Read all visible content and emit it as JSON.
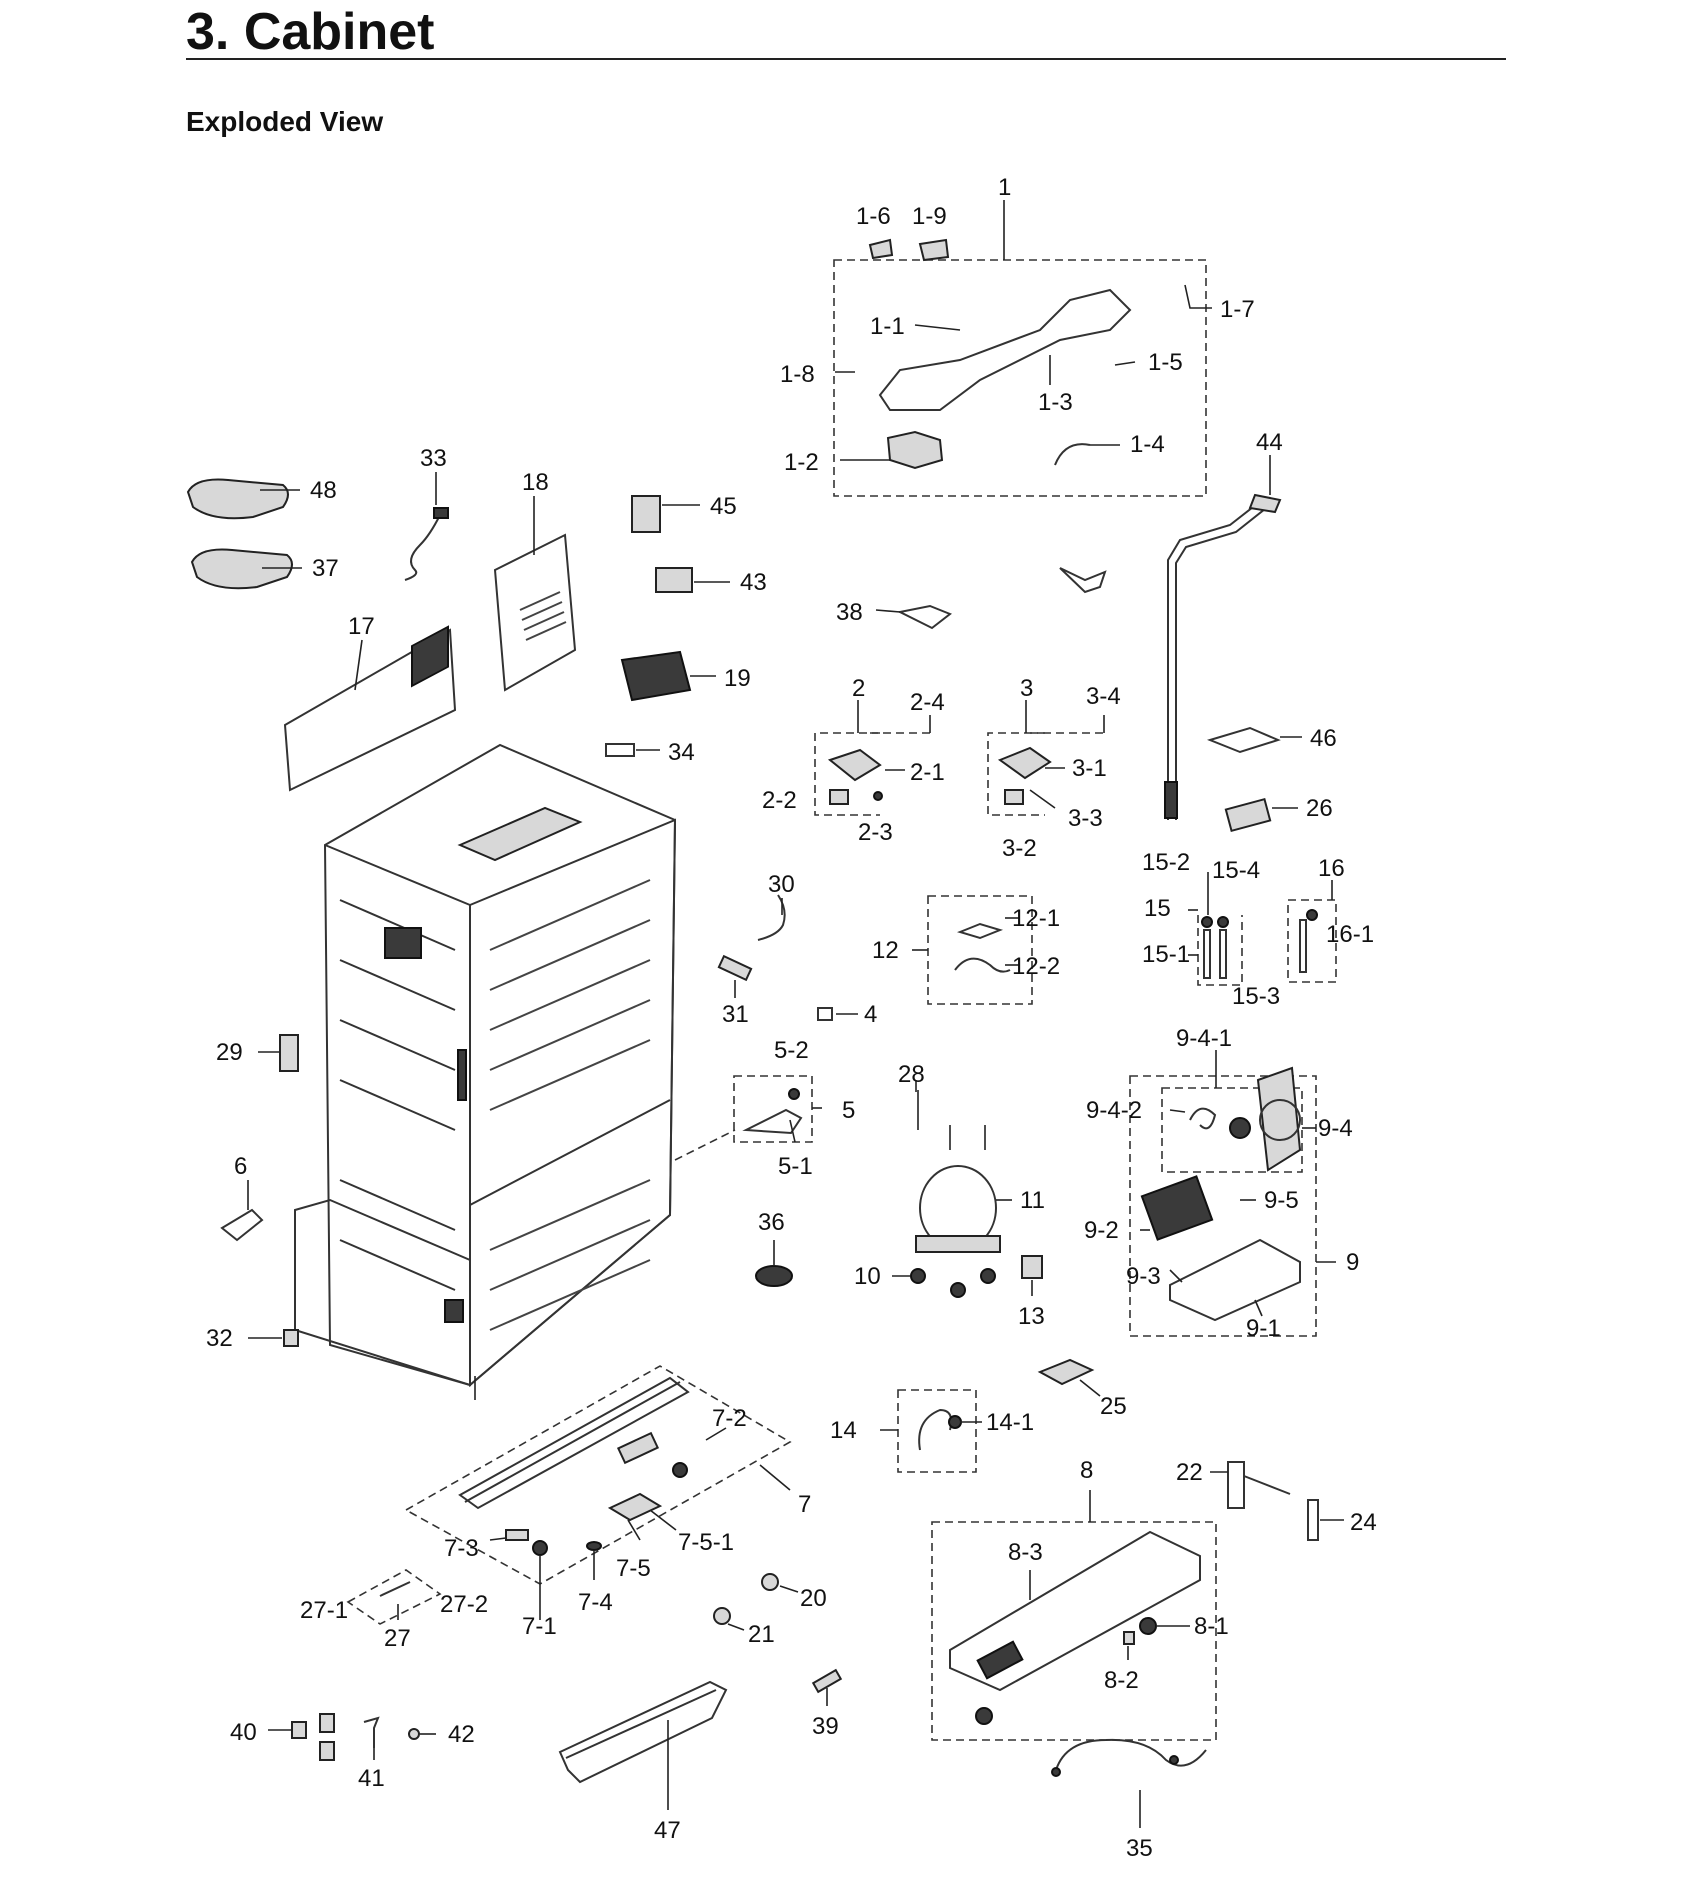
{
  "page": {
    "title": "3.  Cabinet",
    "section": "Exploded View"
  },
  "diagram": {
    "callouts": {
      "c1": "1",
      "c1_6": "1-6",
      "c1_9": "1-9",
      "c1_7": "1-7",
      "c1_1": "1-1",
      "c1_5": "1-5",
      "c1_8": "1-8",
      "c1_3": "1-3",
      "c1_4": "1-4",
      "c1_2": "1-2",
      "c44": "44",
      "c33": "33",
      "c18": "18",
      "c48": "48",
      "c45": "45",
      "c37": "37",
      "c43": "43",
      "c38": "38",
      "c17": "17",
      "c19": "19",
      "c2": "2",
      "c2_4": "2-4",
      "c3": "3",
      "c3_4": "3-4",
      "c46": "46",
      "c34": "34",
      "c2_1": "2-1",
      "c3_1": "3-1",
      "c2_2": "2-2",
      "c26": "26",
      "c3_3": "3-3",
      "c2_3": "2-3",
      "c3_2": "3-2",
      "c15_2": "15-2",
      "c15_4": "15-4",
      "c16": "16",
      "c30": "30",
      "c15": "15",
      "c12_1": "12-1",
      "c12": "12",
      "c15_1": "15-1",
      "c16_1": "16-1",
      "c12_2": "12-2",
      "c15_3": "15-3",
      "c31": "31",
      "c4": "4",
      "c29": "29",
      "c9_4_1": "9-4-1",
      "c5_2": "5-2",
      "c28": "28",
      "c5": "5",
      "c9_4_2": "9-4-2",
      "c9_4": "9-4",
      "c5_1": "5-1",
      "c6": "6",
      "c11": "11",
      "c9_5": "9-5",
      "c36": "36",
      "c9_2": "9-2",
      "c10": "10",
      "c9": "9",
      "c9_3": "9-3",
      "c13": "13",
      "c32": "32",
      "c9_1": "9-1",
      "c25": "25",
      "c7_2": "7-2",
      "c14": "14",
      "c14_1": "14-1",
      "c8": "8",
      "c7": "7",
      "c22": "22",
      "c7_3": "7-3",
      "c7_5_1": "7-5-1",
      "c24": "24",
      "c8_3": "8-3",
      "c7_5": "7-5",
      "c20": "20",
      "c27_1": "27-1",
      "c27_2": "27-2",
      "c7_1": "7-1",
      "c7_4": "7-4",
      "c21": "21",
      "c8_1": "8-1",
      "c27": "27",
      "c8_2": "8-2",
      "c39": "39",
      "c40": "40",
      "c42": "42",
      "c41": "41",
      "c47": "47",
      "c35": "35"
    }
  }
}
